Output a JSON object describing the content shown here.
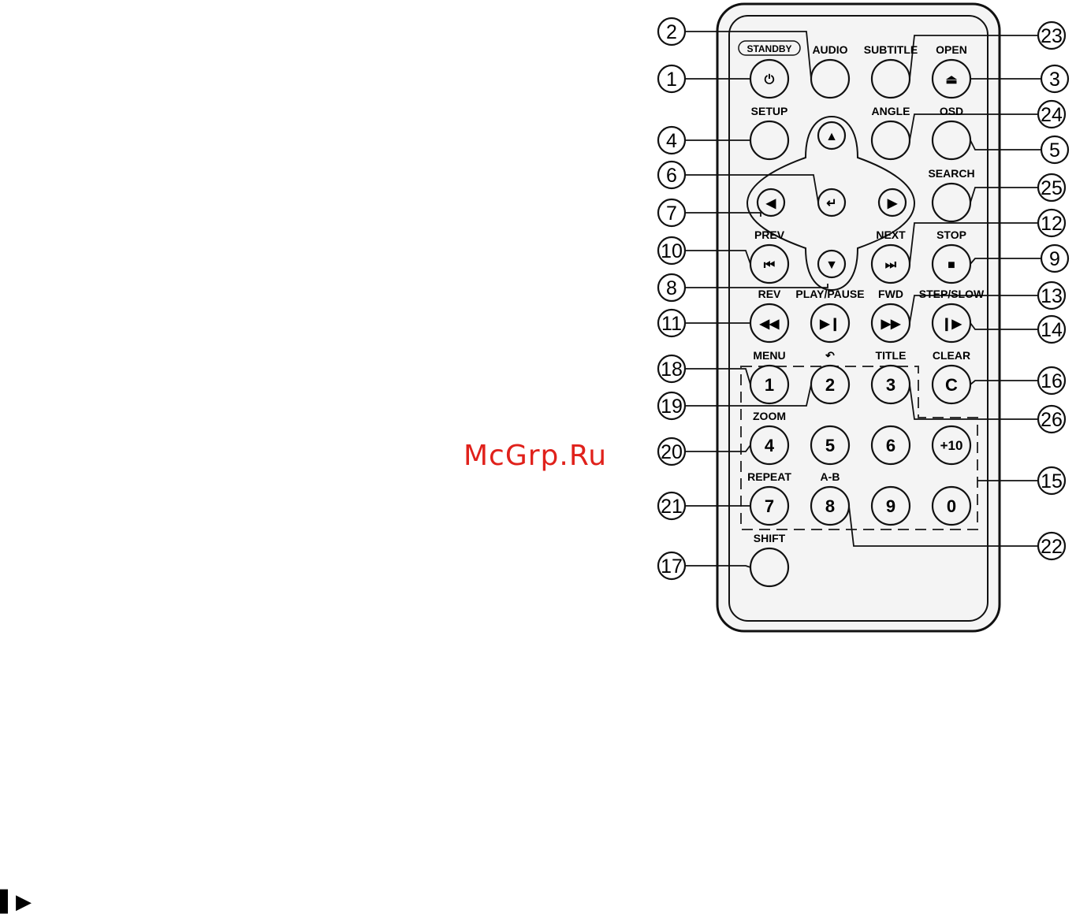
{
  "watermark": "McGrp.Ru",
  "corner_symbol": "▌▶",
  "remote": {
    "standby_label": "STANDBY",
    "buttons": [
      {
        "key": "power",
        "label": "",
        "glyph": "⏻",
        "callout": "1"
      },
      {
        "key": "audio",
        "label": "AUDIO",
        "glyph": "",
        "callout": "2"
      },
      {
        "key": "subtitle",
        "label": "SUBTITLE",
        "glyph": "",
        "callout": "23"
      },
      {
        "key": "open",
        "label": "OPEN",
        "glyph": "⏏",
        "callout": "3"
      },
      {
        "key": "setup",
        "label": "SETUP",
        "glyph": "",
        "callout": "4"
      },
      {
        "key": "angle",
        "label": "ANGLE",
        "glyph": "",
        "callout": "24"
      },
      {
        "key": "osd",
        "label": "OSD",
        "glyph": "",
        "callout": "5"
      },
      {
        "key": "up",
        "label": "",
        "glyph": "▲",
        "callout": ""
      },
      {
        "key": "left",
        "label": "",
        "glyph": "◀",
        "callout": ""
      },
      {
        "key": "enter",
        "label": "",
        "glyph": "↵",
        "callout": "6"
      },
      {
        "key": "right",
        "label": "",
        "glyph": "▶",
        "callout": ""
      },
      {
        "key": "search",
        "label": "SEARCH",
        "glyph": "",
        "callout": "25"
      },
      {
        "key": "down",
        "label": "",
        "glyph": "▼",
        "callout": ""
      },
      {
        "key": "prev",
        "label": "PREV",
        "glyph": "⏮",
        "callout": "10"
      },
      {
        "key": "next",
        "label": "NEXT",
        "glyph": "⏭",
        "callout": "12"
      },
      {
        "key": "stop",
        "label": "STOP",
        "glyph": "■",
        "callout": "9"
      },
      {
        "key": "rev",
        "label": "REV",
        "glyph": "◀◀",
        "callout": "11"
      },
      {
        "key": "playpause",
        "label": "PLAY/PAUSE",
        "glyph": "▶❙",
        "callout": ""
      },
      {
        "key": "fwd",
        "label": "FWD",
        "glyph": "▶▶",
        "callout": "13"
      },
      {
        "key": "stepslow",
        "label": "STEP/SLOW",
        "glyph": "❙▶",
        "callout": "14"
      },
      {
        "key": "n1",
        "label": "MENU",
        "glyph": "1",
        "callout": "18"
      },
      {
        "key": "n2",
        "label": "↶",
        "glyph": "2",
        "callout": "19"
      },
      {
        "key": "n3",
        "label": "TITLE",
        "glyph": "3",
        "callout": "26"
      },
      {
        "key": "clear",
        "label": "CLEAR",
        "glyph": "C",
        "callout": "16"
      },
      {
        "key": "n4",
        "label": "ZOOM",
        "glyph": "4",
        "callout": "20"
      },
      {
        "key": "n5",
        "label": "",
        "glyph": "5",
        "callout": ""
      },
      {
        "key": "n6",
        "label": "",
        "glyph": "6",
        "callout": ""
      },
      {
        "key": "plus10",
        "label": "",
        "glyph": "+10",
        "callout": ""
      },
      {
        "key": "n7",
        "label": "REPEAT",
        "glyph": "7",
        "callout": "21"
      },
      {
        "key": "n8",
        "label": "A-B",
        "glyph": "8",
        "callout": "22"
      },
      {
        "key": "n9",
        "label": "",
        "glyph": "9",
        "callout": ""
      },
      {
        "key": "n0",
        "label": "",
        "glyph": "0",
        "callout": ""
      },
      {
        "key": "shift",
        "label": "SHIFT",
        "glyph": "",
        "callout": "17"
      }
    ],
    "extra_callouts": [
      {
        "key": "nav-left",
        "callout": "7"
      },
      {
        "key": "nav-down",
        "callout": "8"
      },
      {
        "key": "numpad",
        "callout": "15"
      }
    ]
  }
}
